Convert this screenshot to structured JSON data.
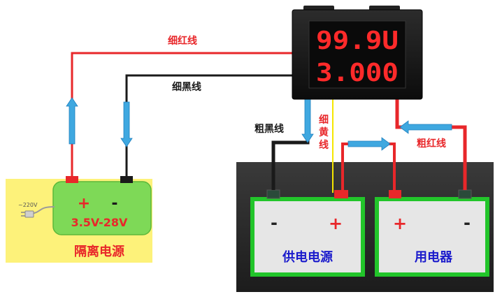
{
  "meter": {
    "voltage_reading": "99.9U",
    "current_reading": "3.000",
    "digit_color": "#ff2a2a"
  },
  "wires": {
    "thin_red": "细红线",
    "thin_black": "细黑线",
    "thick_black": "粗黑线",
    "thin_yellow": [
      "细",
      "黄",
      "线"
    ],
    "thick_red": "粗红线"
  },
  "isolated_supply": {
    "title": "隔离电源",
    "voltage_range": "3.5V-28V",
    "plus": "+",
    "minus": "-",
    "plug_label": "~220V"
  },
  "supply": {
    "title": "供电电源",
    "minus": "-",
    "plus": "+"
  },
  "load": {
    "title": "用电器",
    "plus": "+",
    "minus": "-"
  },
  "colors": {
    "red_wire": "#e8272a",
    "black_wire": "#1a1a1a",
    "yellow_wire": "#f5e600",
    "arrow_blue": "#3fa8e0",
    "box_green": "#7ed957",
    "box_border_green": "#22c52a",
    "supply_panel_yellow": "#fdf27a",
    "dark_panel": "#2e2e2e"
  }
}
